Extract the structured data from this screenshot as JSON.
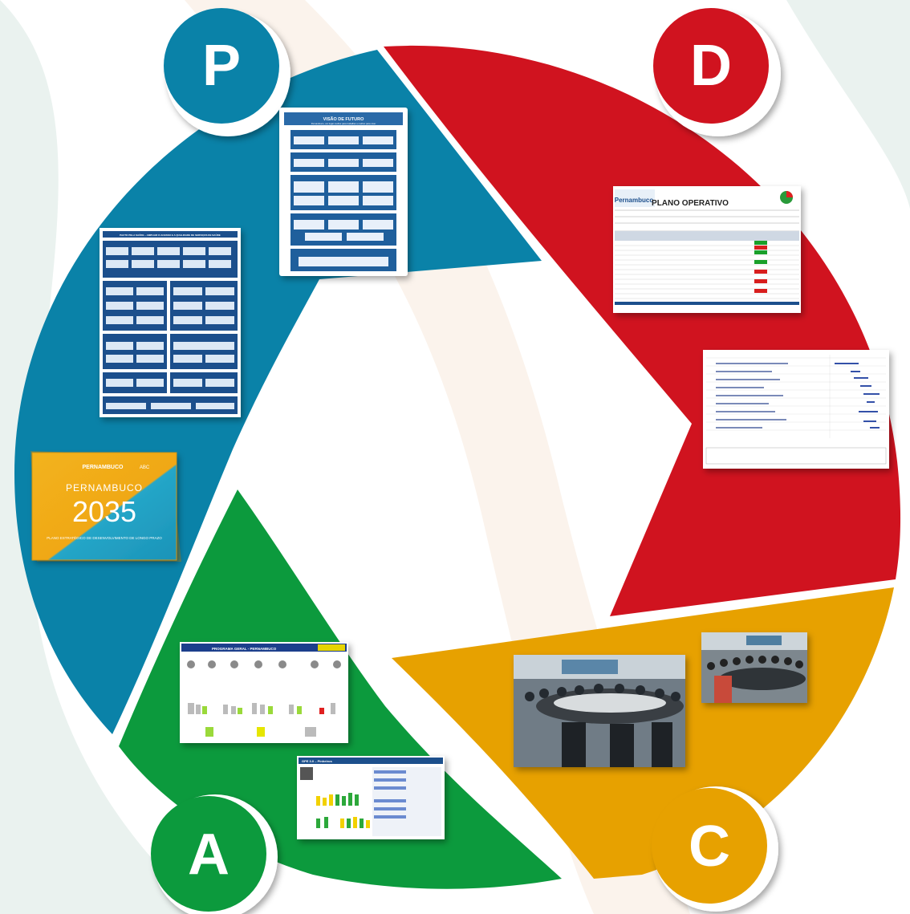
{
  "cycle": {
    "phases": [
      {
        "letter": "P",
        "color": "#0a82a8"
      },
      {
        "letter": "D",
        "color": "#d0131f"
      },
      {
        "letter": "C",
        "color": "#e7a100"
      },
      {
        "letter": "A",
        "color": "#0c9a3d"
      }
    ]
  },
  "book": {
    "title": "PERNAMBUCO",
    "year_big": "2035",
    "subtitle": "PLANO ESTRATÉGICO DE DESENVOLVIMENTO DE LONGO PRAZO",
    "brand": "PERNAMBUCO",
    "tag": "ABC"
  },
  "vision_doc": {
    "title": "VISÃO DE FUTURO",
    "subtitle": "Pernambuco, um lugar melhor para trabalhar e melhor para viver"
  },
  "pacto_doc": {
    "title": "PACTO PELA SAÚDE – AMPLIAR O ACESSO E A QUALIDADE DE SERVIÇOS DE SAÚDE"
  },
  "plano_operativo": {
    "brand": "Pernambuco",
    "title": "PLANO OPERATIVO"
  },
  "painel": {
    "title": "PROGRAMA GERAL - PERNAMBUCO"
  },
  "gpe": {
    "title": "GPE 3.0 – Pinheiros"
  }
}
